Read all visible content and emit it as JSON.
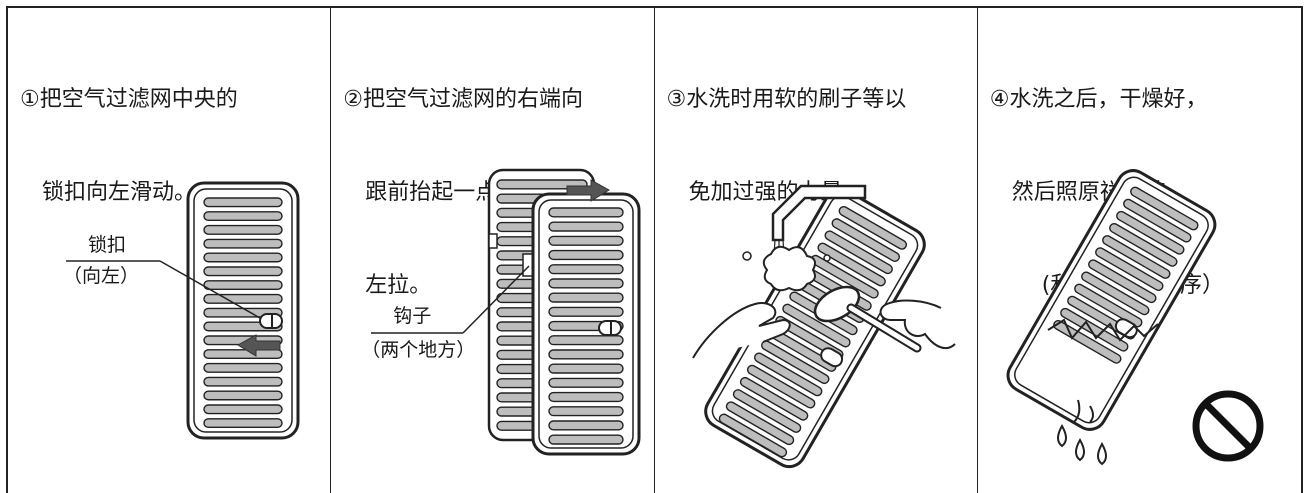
{
  "steps": [
    {
      "number": "①",
      "lines": [
        "把空气过滤网中央的",
        "锁扣向左滑动。"
      ],
      "label": {
        "main": "锁扣",
        "sub": "（向左）"
      }
    },
    {
      "number": "②",
      "lines": [
        "把空气过滤网的右端向",
        "跟前抬起一点，同时向",
        "左拉。"
      ],
      "label": {
        "main": "钩子",
        "sub": "（两个地方）"
      }
    },
    {
      "number": "③",
      "lines": [
        "水洗时用软的刷子等以",
        "免加过强的力量。"
      ]
    },
    {
      "number": "④",
      "lines": [
        "水洗之后，干燥好，",
        "然后照原祥安装。",
        "(和②的相反程序）"
      ]
    }
  ],
  "icons": [
    "latch-icon",
    "arrow-left-icon",
    "arrow-right-icon",
    "faucet-icon",
    "brush-icon",
    "hands-icon",
    "prohibited-icon",
    "water-drop-icon"
  ],
  "colors": {
    "line": "#222222",
    "slot_fill": "#bdbdbd",
    "arrow": "#5a5a5a"
  }
}
